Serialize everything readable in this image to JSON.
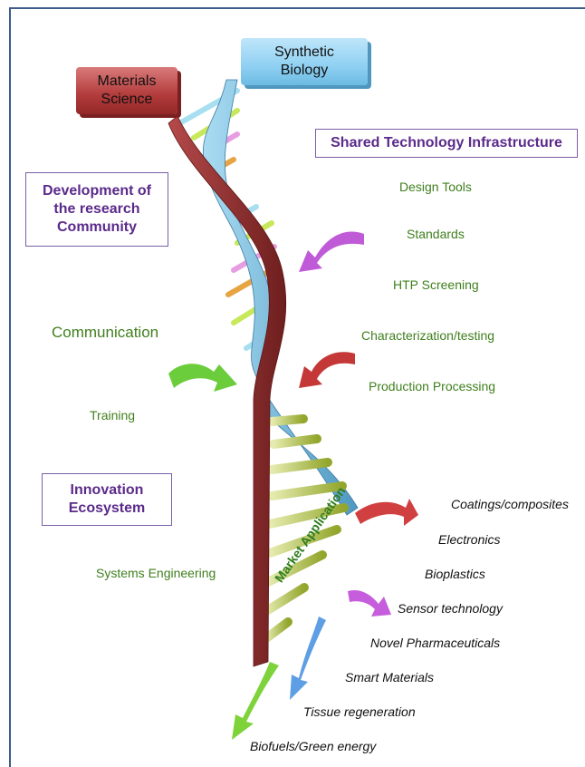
{
  "header_boxes": {
    "materials": {
      "line1": "Materials",
      "line2": "Science"
    },
    "synbio": {
      "line1": "Synthetic",
      "line2": "Biology"
    }
  },
  "left_boxes": {
    "development": {
      "line1": "Development of",
      "line2": "the research",
      "line3": "Community"
    },
    "innovation": {
      "line1": "Innovation",
      "line2": "Ecosystem"
    }
  },
  "left_labels": {
    "communication": "Communication",
    "training": "Training",
    "systems_engineering": "Systems Engineering"
  },
  "infrastructure": {
    "title": "Shared Technology Infrastructure",
    "items": [
      "Design Tools",
      "Standards",
      "HTP Screening",
      "Characterization/testing",
      "Production Processing"
    ]
  },
  "market": {
    "label": "Market Application",
    "items": [
      "Coatings/composites",
      "Electronics",
      "Bioplastics",
      "Sensor technology",
      "Novel Pharmaceuticals",
      "Smart Materials",
      "Tissue regeneration",
      "Biofuels/Green energy"
    ]
  },
  "colors": {
    "frame": "#3f5d8c",
    "purple_text": "#5b2a8a",
    "green_text": "#3f7f1d",
    "strand_red": "#8e2a2a",
    "strand_blue": "#6fb3d6"
  }
}
